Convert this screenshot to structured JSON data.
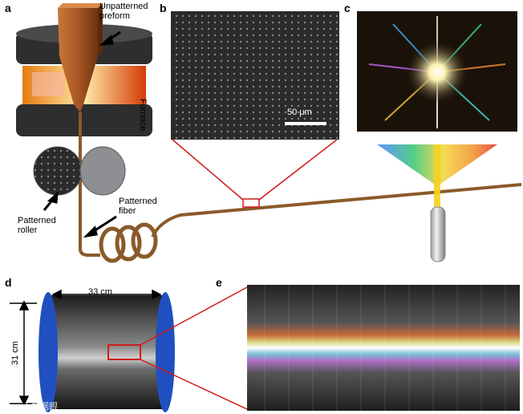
{
  "panels": {
    "a": {
      "letter": "a",
      "unpatterned_preform": "Unpatterned\npreform",
      "furnace": "Furnace",
      "patterned_fiber": "Patterned\nfiber",
      "patterned_roller": "Patterned\nroller"
    },
    "b": {
      "letter": "b",
      "scale_bar": "50 μm"
    },
    "c": {
      "letter": "c"
    },
    "d": {
      "letter": "d",
      "width_label": "33 cm",
      "height_label": "31 cm"
    },
    "e": {
      "letter": "e"
    }
  },
  "watermark": "大数据眼"
}
